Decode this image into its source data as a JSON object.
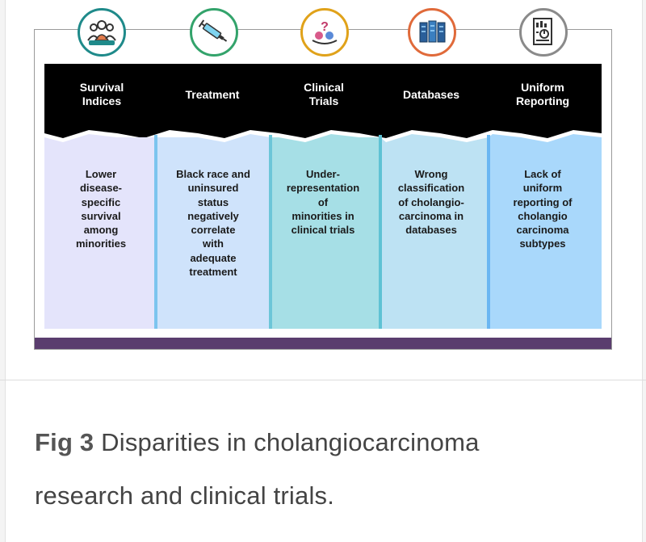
{
  "figure": {
    "columns": [
      {
        "heading": "Survival\nIndices",
        "body": "Lower\ndisease-\nspecific\nsurvival\namong\nminorities",
        "icon": "people-group-icon",
        "ring_color": "#1f8a8a",
        "bg": "#e4e4fb"
      },
      {
        "heading": "Treatment",
        "body": "Black race and\nuninsured\nstatus\nnegatively\ncorrelate\nwith\nadequate\ntreatment",
        "icon": "syringe-icon",
        "ring_color": "#33a36b",
        "bg": "#cfe3fb"
      },
      {
        "heading": "Clinical\nTrials",
        "body": "Under-\nrepresentation\nof\nminorities in\nclinical trials",
        "icon": "pills-question-icon",
        "ring_color": "#e0a21a",
        "bg": "#a6dfe6"
      },
      {
        "heading": "Databases",
        "body": "Wrong\nclassification\nof cholangio-\ncarcinoma in\ndatabases",
        "icon": "servers-icon",
        "ring_color": "#e06a3a",
        "bg": "#bde2f3"
      },
      {
        "heading": "Uniform\nReporting",
        "body": "Lack of\nuniform\nreporting of\ncholangio\ncarcinoma\nsubtypes",
        "icon": "report-chart-icon",
        "ring_color": "#8a8a8a",
        "bg": "#a9d8fb"
      }
    ],
    "colors": {
      "header_band": "#000000",
      "bottom_bar": "#5a3d6e"
    }
  },
  "caption": {
    "label": "Fig 3",
    "text": "Disparities in cholangiocarcinoma research and clinical trials."
  }
}
